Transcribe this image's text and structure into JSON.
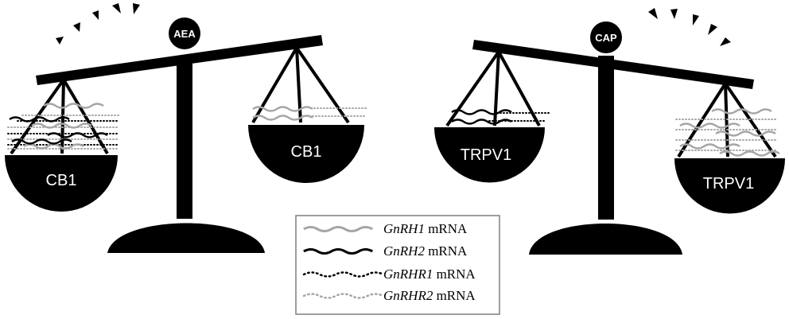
{
  "left_scale": {
    "badge": "AEA",
    "left_pan_label": "CB1",
    "right_pan_label": "CB1"
  },
  "right_scale": {
    "badge": "CAP",
    "left_pan_label": "TRPV1",
    "right_pan_label": "TRPV1"
  },
  "legend": {
    "items": [
      {
        "gene": "GnRH1",
        "suffix": "mRNA",
        "line": "wavy",
        "color": "#a6a6a6"
      },
      {
        "gene": "GnRH2",
        "suffix": "mRNA",
        "line": "wavy",
        "color": "#000000"
      },
      {
        "gene": "GnRHR1",
        "suffix": "mRNA",
        "line": "dotted",
        "color": "#000000"
      },
      {
        "gene": "GnRHR2",
        "suffix": "mRNA",
        "line": "dotted",
        "color": "#a6a6a6"
      }
    ]
  },
  "colors": {
    "ink": "#000000",
    "gray": "#a6a6a6",
    "background": "#ffffff"
  }
}
